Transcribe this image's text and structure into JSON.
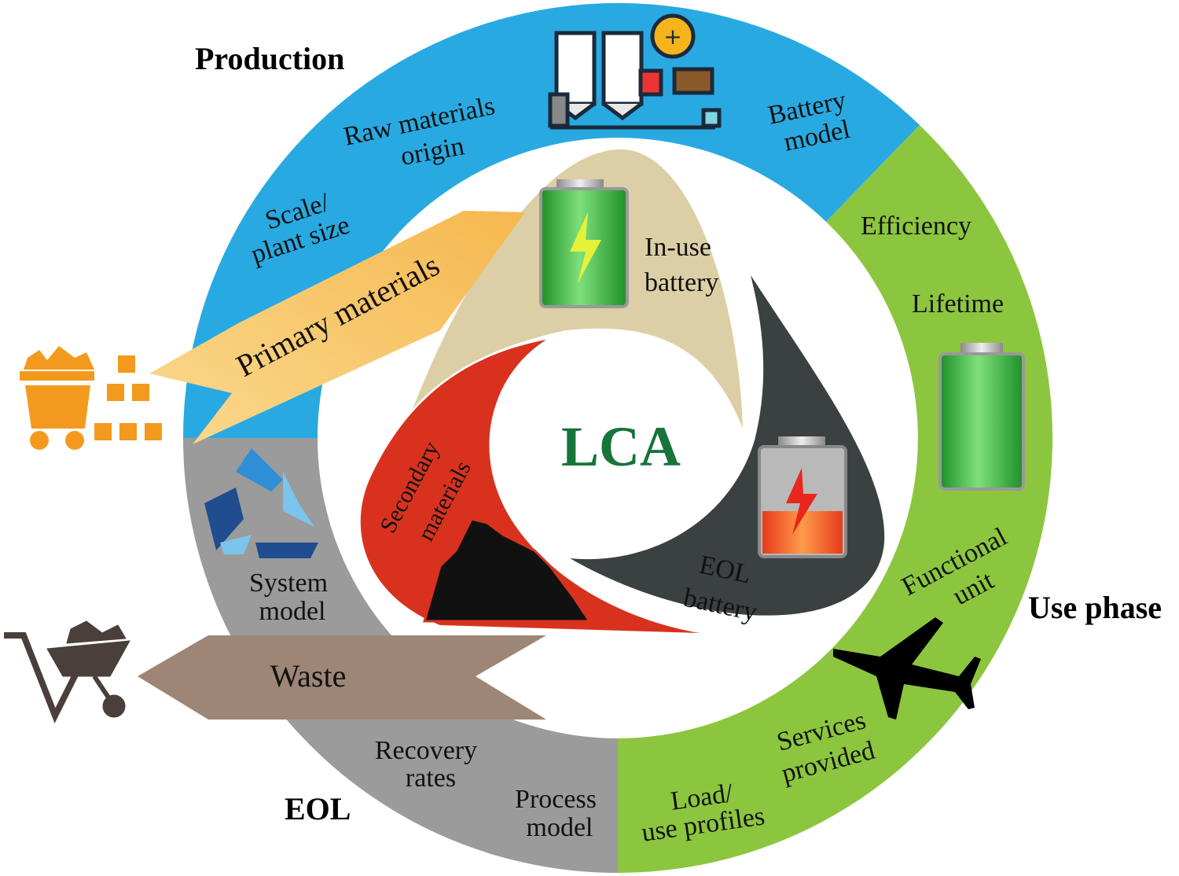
{
  "center": {
    "title": "LCA",
    "color": "#17743a"
  },
  "stages": {
    "production": {
      "heading": "Production",
      "color": "#29a9e1",
      "items": [
        "Raw materials",
        "origin",
        "Scale/",
        "plant size",
        "Battery",
        "model"
      ]
    },
    "use_phase": {
      "heading": "Use phase",
      "color": "#8cc63f",
      "items": [
        "Efficiency",
        "Lifetime",
        "Functional",
        "unit",
        "Services",
        "provided",
        "Load/",
        "use profiles"
      ]
    },
    "eol": {
      "heading": "EOL",
      "color": "#9b9b9b",
      "items": [
        "System",
        "model",
        "Recovery",
        "rates",
        "Process",
        "model"
      ]
    }
  },
  "cycle": {
    "in_use": {
      "label": [
        "In-use",
        "battery"
      ],
      "color": "#dccfa5"
    },
    "eol_battery": {
      "label": [
        "EOL",
        "battery"
      ],
      "color": "#3b4040"
    },
    "secondary": {
      "label": [
        "Secondary",
        "materials"
      ],
      "color": "#d8321f"
    }
  },
  "arrows": {
    "primary": {
      "label": "Primary materials",
      "color": "#f7c46a"
    },
    "waste": {
      "label": "Waste",
      "color": "#9d8676"
    }
  },
  "icons": [
    "factory-icon",
    "battery-full-icon",
    "battery-charged-icon",
    "battery-low-icon",
    "recycle-icon",
    "ore-cart-icon",
    "wheelbarrow-icon",
    "airplane-icon",
    "scrap-pile-icon"
  ]
}
